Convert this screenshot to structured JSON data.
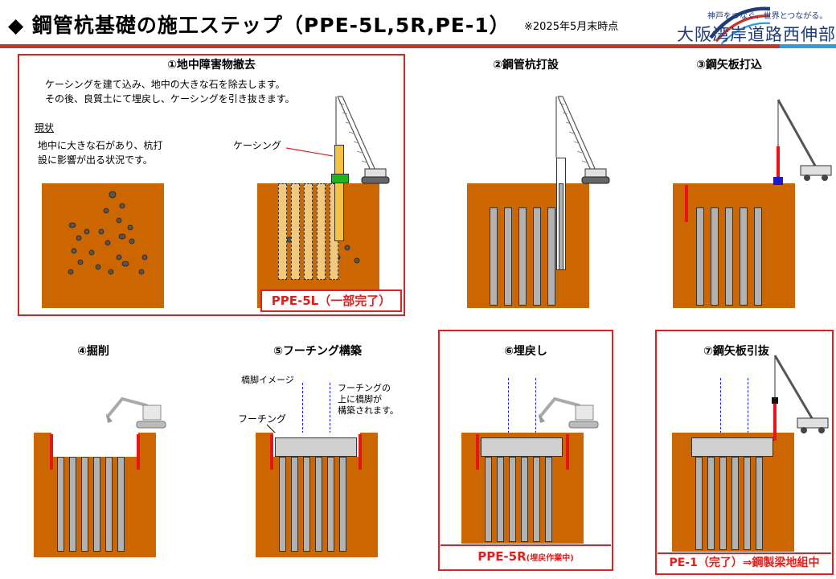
{
  "header": {
    "title": "◆ 鋼管杭基礎の施工ステップ（PPE-5L,5R,PE-1）",
    "date_note": "※2025年5月末時点",
    "brand_tagline": "神戸をつなぐ、世界とつながる。",
    "brand_name": "大阪湾岸道路西伸部"
  },
  "steps": [
    {
      "label": "①地中障害物撤去",
      "desc_line1": "ケーシングを建て込み、地中の大きな石を除去します。",
      "desc_line2": "その後、良質土にて埋戻し、ケーシングを引き抜きます。",
      "current_label": "現状",
      "current_line1": "地中に大きな石があり、杭打",
      "current_line2": "設に影響が出る状況です。",
      "casing_label": "ケーシング",
      "badge": "PPE-5L（一部完了）"
    },
    {
      "label": "②鋼管杭打設"
    },
    {
      "label": "③鋼矢板打込"
    },
    {
      "label": "④掘削"
    },
    {
      "label": "⑤フーチング構築",
      "pier_label": "橋脚イメージ",
      "footing_label": "フーチング",
      "note_line1": "フーチングの",
      "note_line2": "上に橋脚が",
      "note_line3": "構築されます。"
    },
    {
      "label": "⑥埋戻し",
      "badge_main": "PPE-5R",
      "badge_sub": "(埋戻作業中)"
    },
    {
      "label": "⑦鋼矢板引抜",
      "badge": "PE-1（完了）⇒鋼製梁地組中"
    }
  ],
  "colors": {
    "ground": "#cc6600",
    "sheet_pile": "#e8141c",
    "highlight_border": "#e02020",
    "pile": "#b2b2b2"
  }
}
